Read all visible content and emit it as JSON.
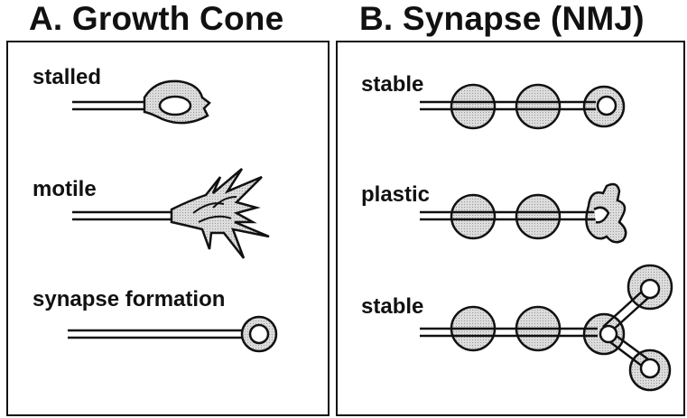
{
  "panels": {
    "a": {
      "title": "A. Growth Cone",
      "labels": [
        "stalled",
        "motile",
        "synapse formation"
      ]
    },
    "b": {
      "title": "B. Synapse (NMJ)",
      "labels": [
        "stable",
        "plastic",
        "stable"
      ]
    }
  },
  "colors": {
    "ink": "#111111",
    "fill": "#d2d2d2"
  }
}
